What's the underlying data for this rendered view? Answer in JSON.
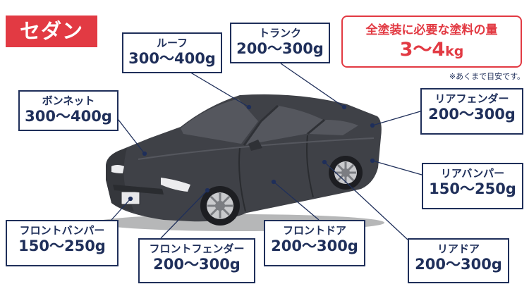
{
  "badge": "セダン",
  "paint_box": {
    "title": "全塗装に必要な塗料の量",
    "min": "3",
    "sep": "～",
    "max": "4",
    "unit": "kg"
  },
  "note": "※あくまで目安です。",
  "parts": {
    "roof": {
      "name": "ルーフ",
      "value": "300～400g"
    },
    "trunk": {
      "name": "トランク",
      "value": "200～300g"
    },
    "bonnet": {
      "name": "ボンネット",
      "value": "300～400g"
    },
    "rear_fender": {
      "name": "リアフェンダー",
      "value": "200～300g"
    },
    "rear_bumper": {
      "name": "リアバンパー",
      "value": "150～250g"
    },
    "front_bumper": {
      "name": "フロントバンパー",
      "value": "150～250g"
    },
    "front_fender": {
      "name": "フロントフェンダー",
      "value": "200～300g"
    },
    "front_door": {
      "name": "フロントドア",
      "value": "200～300g"
    },
    "rear_door": {
      "name": "リアドア",
      "value": "200～300g"
    }
  },
  "colors": {
    "accent": "#e23a43",
    "navy": "#1f2f5a",
    "car_body": "#3f4147"
  }
}
